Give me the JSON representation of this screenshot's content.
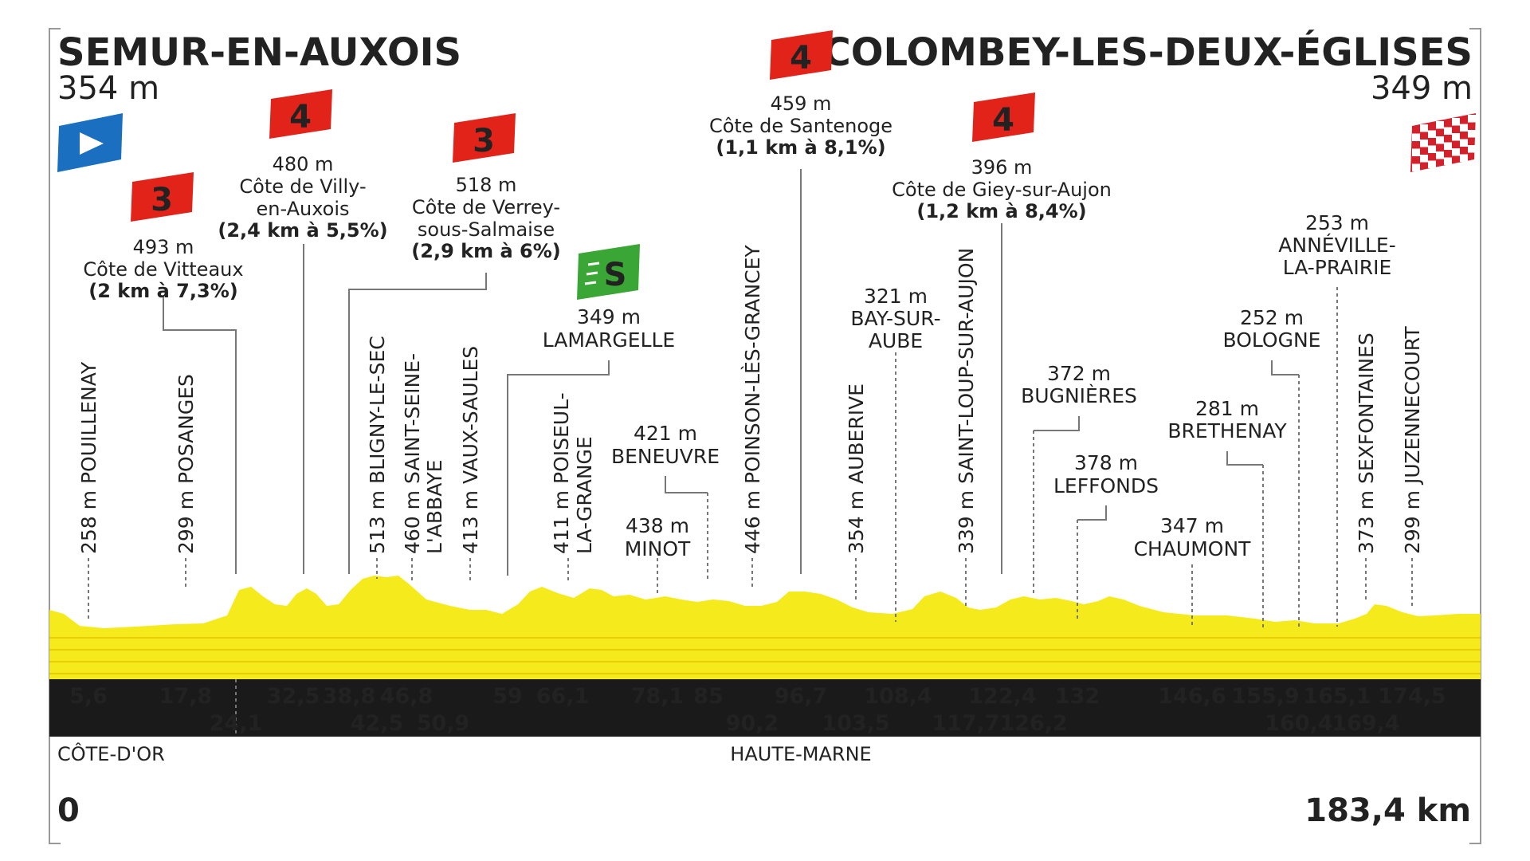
{
  "start": {
    "name": "SEMUR-EN-AUXOIS",
    "altitude": "354 m"
  },
  "finish": {
    "name": "COLOMBEY-LES-DEUX-ÉGLISES",
    "altitude": "349 m"
  },
  "distance": {
    "start": "0",
    "end": "183,4 km"
  },
  "departments": [
    "CÔTE-D'OR",
    "HAUTE-MARNE"
  ],
  "climbs": [
    {
      "category": "3",
      "altitude": "493 m",
      "name": "Côte de Vitteaux",
      "detail": "(2 km à 7,3%)"
    },
    {
      "category": "4",
      "altitude": "480 m",
      "name_lines": [
        "Côte de Villy-",
        "en-Auxois"
      ],
      "detail": "(2,4 km à 5,5%)"
    },
    {
      "category": "3",
      "altitude": "518 m",
      "name_lines": [
        "Côte de Verrey-",
        "sous-Salmaise"
      ],
      "detail": "(2,9 km à 6%)"
    },
    {
      "category": "4",
      "altitude": "459 m",
      "name": "Côte de Santenoge",
      "detail": "(1,1 km à 8,1%)"
    },
    {
      "category": "4",
      "altitude": "396 m",
      "name": "Côte de Giey-sur-Aujon",
      "detail": "(1,2 km à 8,4%)"
    }
  ],
  "sprint": {
    "altitude": "349 m",
    "name": "LAMARGELLE",
    "badge": "S"
  },
  "vertical_places": [
    {
      "altitude": "258 m",
      "name": "POUILLENAY"
    },
    {
      "altitude": "299 m",
      "name": "POSANGES"
    },
    {
      "altitude": "513 m",
      "name": "BLIGNY-LE-SEC"
    },
    {
      "altitude": "460 m",
      "name_lines": [
        "SAINT-SEINE-",
        "L'ABBAYE"
      ]
    },
    {
      "altitude": "413 m",
      "name": "VAUX-SAULES"
    },
    {
      "altitude": "411 m",
      "name_lines": [
        "POISEUL-",
        "LA-GRANGE"
      ]
    },
    {
      "altitude": "446 m",
      "name": "POINSON-LÈS-GRANCEY"
    },
    {
      "altitude": "354 m",
      "name": "AUBERIVE"
    },
    {
      "altitude": "339 m",
      "name": "SAINT-LOUP-SUR-AUJON"
    },
    {
      "altitude": "373 m",
      "name": "SEXFONTAINES"
    },
    {
      "altitude": "299 m",
      "name": "JUZENNECOURT"
    }
  ],
  "horizontal_places": [
    {
      "altitude": "421 m",
      "name_lines": [
        "BENEUVRE"
      ]
    },
    {
      "altitude": "438 m",
      "name_lines": [
        "MINOT"
      ]
    },
    {
      "altitude": "321 m",
      "name_lines": [
        "BAY-SUR-",
        "AUBE"
      ]
    },
    {
      "altitude": "372 m",
      "name_lines": [
        "BUGNIÈRES"
      ]
    },
    {
      "altitude": "378 m",
      "name_lines": [
        "LEFFONDS"
      ]
    },
    {
      "altitude": "347 m",
      "name_lines": [
        "CHAUMONT"
      ]
    },
    {
      "altitude": "281 m",
      "name_lines": [
        "BRETHENAY"
      ]
    },
    {
      "altitude": "252 m",
      "name_lines": [
        "BOLOGNE"
      ]
    },
    {
      "altitude": "253 m",
      "name_lines": [
        "ANNÉVILLE-",
        "LA-PRAIRIE"
      ]
    }
  ],
  "km_top": [
    "5,6",
    "17,8",
    "32,5",
    "38,8",
    "46,8",
    "59",
    "66,1",
    "78,1",
    "85",
    "96,7",
    "108,4",
    "122,4",
    "132",
    "146,6",
    "155,9",
    "165,1",
    "174,5"
  ],
  "km_bottom": [
    "24,1",
    "42,5",
    "50,9",
    "90,2",
    "103,5",
    "117,7",
    "126,2",
    "160,4",
    "169,4"
  ],
  "colors": {
    "profile": "#f5ea1c",
    "profile_lines": "#e3c500",
    "strip": "#1a1a1a",
    "km_text": "#f7e600",
    "climb_badge": "#e2231a",
    "sprint_badge": "#3aa635",
    "start_flag": "#1b6fc0"
  }
}
